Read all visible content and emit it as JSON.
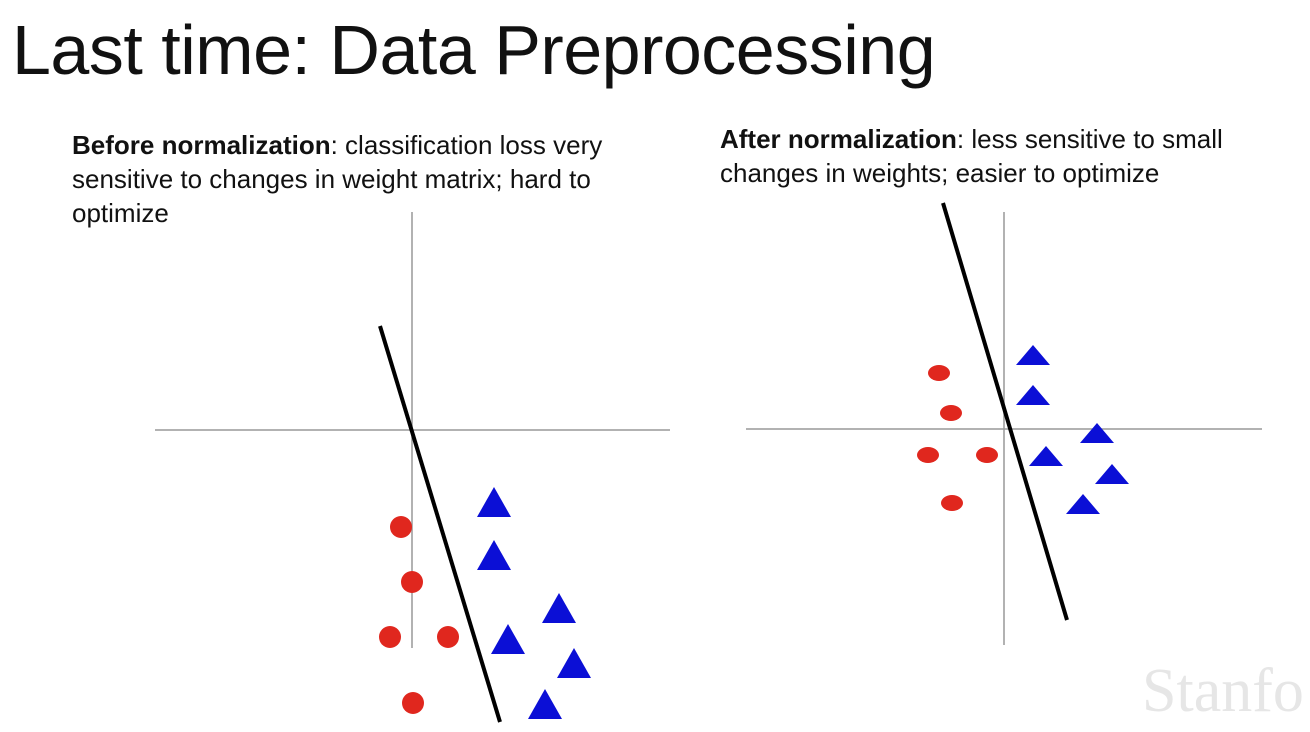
{
  "title": "Last time: Data Preprocessing",
  "left_panel": {
    "heading": "Before normalization",
    "text": ": classification loss very sensitive to changes in weight matrix; hard to optimize"
  },
  "right_panel": {
    "heading": "After normalization",
    "text": ": less sensitive to small changes in weights; easier to optimize"
  },
  "watermark": "Stanfo",
  "colors": {
    "circle_class": "#e0271e",
    "triangle_class": "#0b0fd6",
    "axes": "#999999",
    "boundary": "#000000"
  }
}
